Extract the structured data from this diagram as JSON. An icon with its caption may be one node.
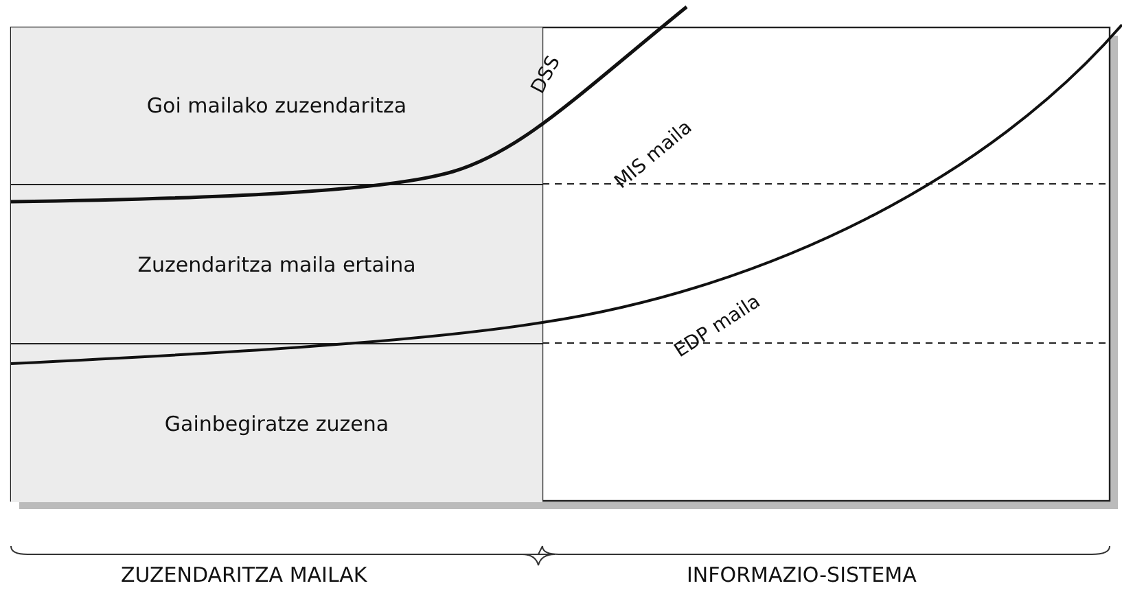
{
  "diagram": {
    "nodes": [
      {
        "text": [
          "Goi mailako zuzendaritza"
        ]
      },
      {
        "text": [
          "Zuzendaritza maila ertaina"
        ]
      },
      {
        "text": [
          "Gainbegiratze zuzena"
        ]
      }
    ],
    "labels": [
      "DSS",
      "MIS maila",
      "EDP maila",
      "ZUZENDARITZA MAILAK",
      "INFORMAZIO-SISTEMA"
    ]
  }
}
